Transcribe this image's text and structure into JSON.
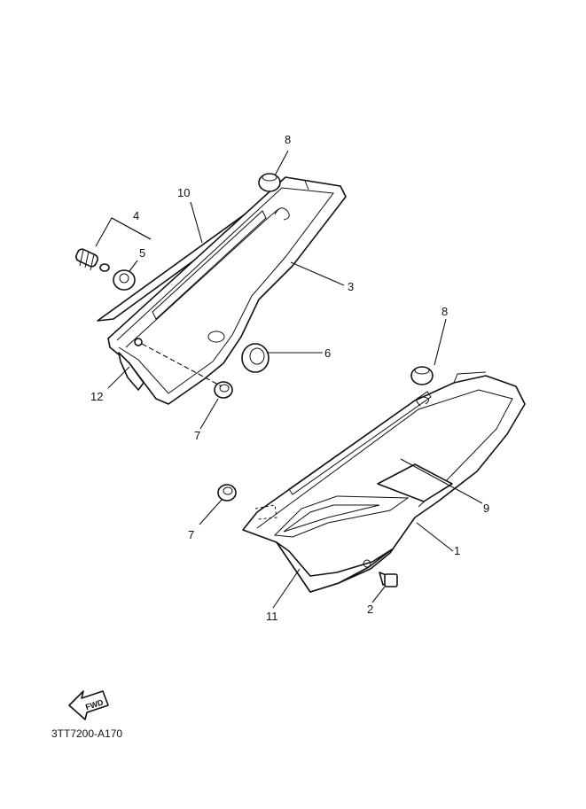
{
  "diagram": {
    "doc_code": "3TT7200-A170",
    "fwd_text": "FWD",
    "callouts": {
      "c1": "1",
      "c2": "2",
      "c3": "3",
      "c4": "4",
      "c5": "5",
      "c6": "6",
      "c7a": "7",
      "c7b": "7",
      "c8a": "8",
      "c8b": "8",
      "c9": "9",
      "c10": "10",
      "c11": "11",
      "c12": "12"
    }
  }
}
